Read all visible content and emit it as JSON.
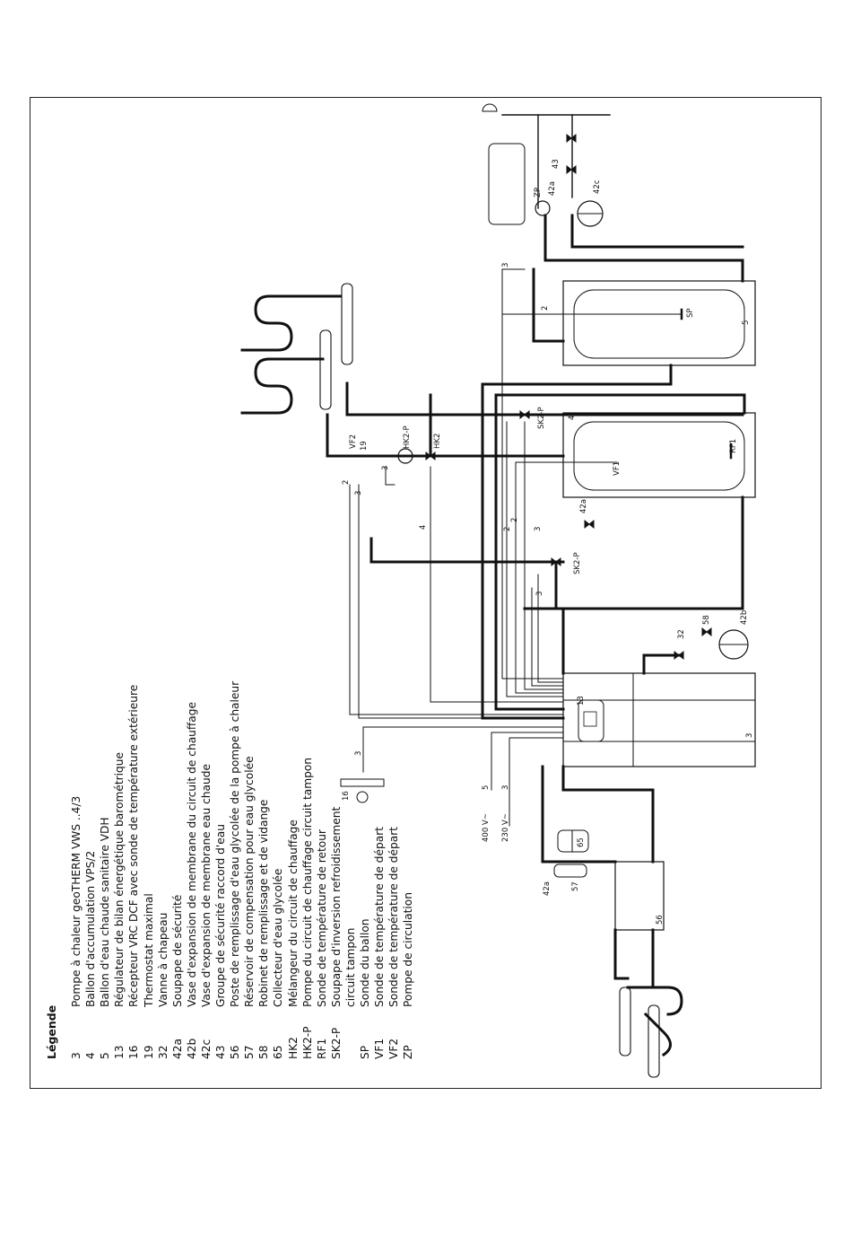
{
  "legend": {
    "title": "Légende",
    "items": [
      {
        "code": "3",
        "desc": "Pompe à chaleur geoTHERM VWS ..4/3"
      },
      {
        "code": "4",
        "desc": "Ballon d'accumulation VPS/2"
      },
      {
        "code": "5",
        "desc": "Ballon d'eau chaude sanitaire VDH"
      },
      {
        "code": "13",
        "desc": "Régulateur de bilan énergétique barométrique"
      },
      {
        "code": "16",
        "desc": "Récepteur VRC DCF avec sonde de température extérieure"
      },
      {
        "code": "19",
        "desc": "Thermostat maximal"
      },
      {
        "code": "32",
        "desc": "Vanne à chapeau"
      },
      {
        "code": "42a",
        "desc": "Soupape de sécurité"
      },
      {
        "code": "42b",
        "desc": "Vase d'expansion de membrane du circuit de chauffage"
      },
      {
        "code": "42c",
        "desc": "Vase d'expansion de membrane eau chaude"
      },
      {
        "code": "43",
        "desc": "Groupe de sécurité raccord d'eau"
      },
      {
        "code": "56",
        "desc": "Poste de remplissage d'eau glycolée de la pompe à chaleur"
      },
      {
        "code": "57",
        "desc": "Réservoir de compensation pour eau glycolée"
      },
      {
        "code": "58",
        "desc": "Robinet de remplissage et de vidange"
      },
      {
        "code": "65",
        "desc": "Collecteur d'eau glycolée"
      },
      {
        "code": "HK2",
        "desc": "Mélangeur du circuit de chauffage"
      },
      {
        "code": "HK2-P",
        "desc": "Pompe du circuit de chauffage circuit tampon"
      },
      {
        "code": "RF1",
        "desc": "Sonde de température de retour"
      },
      {
        "code": "SK2-P",
        "desc": "Soupape d'inversion refroidissement"
      },
      {
        "code": "",
        "desc": "circuit tampon"
      },
      {
        "code": "SP",
        "desc": "Sonde du ballon"
      },
      {
        "code": "VF1",
        "desc": "Sonde de température de départ"
      },
      {
        "code": "VF2",
        "desc": "Sonde de température de départ"
      },
      {
        "code": "ZP",
        "desc": "Pompe de circulation"
      }
    ]
  },
  "labels": {
    "n3_hp": "3",
    "n13": "13",
    "n4": "4",
    "n5": "5",
    "n16": "16",
    "n19": "19",
    "n32": "32",
    "n42a_a": "42a",
    "n42a_b": "42a",
    "n42a_c": "42a",
    "n42b": "42b",
    "n42c": "42c",
    "n43": "43",
    "n56": "56",
    "n57": "57",
    "n58": "58",
    "n65": "65",
    "HK2": "HK2",
    "HK2P": "HK2-P",
    "RF1": "RF1",
    "SK2P_a": "SK2-P",
    "SK2P_b": "SK2-P",
    "SP": "SP",
    "VF1": "VF1",
    "VF2": "VF2",
    "ZP": "ZP",
    "v400": "400 V~",
    "v230": "230 V~",
    "w5": "5",
    "w3a": "3",
    "w3b": "3",
    "w3c": "3",
    "w3d": "3",
    "w3e": "3",
    "w3f": "3",
    "w2a": "2",
    "w2b": "2",
    "w2c": "2",
    "w2d": "2",
    "w4": "4"
  },
  "colors": {
    "line": "#111111",
    "frame": "#222222"
  }
}
